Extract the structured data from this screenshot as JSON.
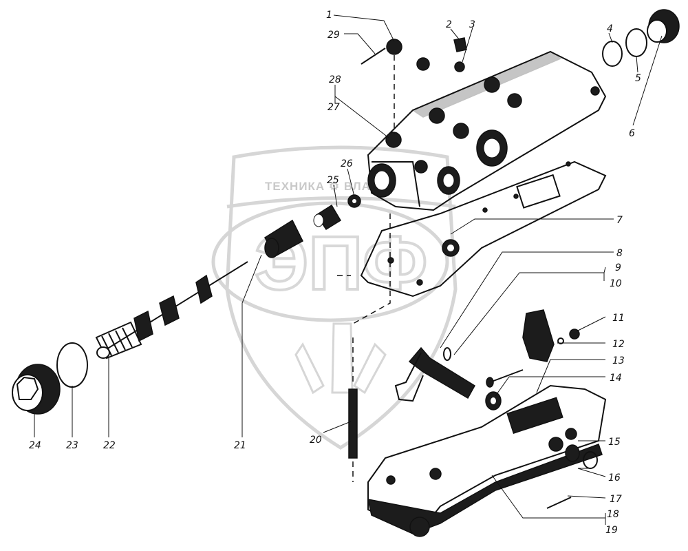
{
  "watermark": {
    "text": "ТЕХНИКА ⚙ ВЛАСТИ",
    "logo": "ЭПФ"
  },
  "callouts": [
    {
      "id": "c1",
      "label": "1"
    },
    {
      "id": "c2",
      "label": "2"
    },
    {
      "id": "c3",
      "label": "3"
    },
    {
      "id": "c4",
      "label": "4"
    },
    {
      "id": "c5",
      "label": "5"
    },
    {
      "id": "c6",
      "label": "6"
    },
    {
      "id": "c7",
      "label": "7"
    },
    {
      "id": "c8",
      "label": "8"
    },
    {
      "id": "c9",
      "label": "9"
    },
    {
      "id": "c10",
      "label": "10"
    },
    {
      "id": "c11",
      "label": "11"
    },
    {
      "id": "c12",
      "label": "12"
    },
    {
      "id": "c13",
      "label": "13"
    },
    {
      "id": "c14",
      "label": "14"
    },
    {
      "id": "c15",
      "label": "15"
    },
    {
      "id": "c16",
      "label": "16"
    },
    {
      "id": "c17",
      "label": "17"
    },
    {
      "id": "c18",
      "label": "18"
    },
    {
      "id": "c19",
      "label": "19"
    },
    {
      "id": "c20",
      "label": "20"
    },
    {
      "id": "c21",
      "label": "21"
    },
    {
      "id": "c22",
      "label": "22"
    },
    {
      "id": "c23",
      "label": "23"
    },
    {
      "id": "c24",
      "label": "24"
    },
    {
      "id": "c25",
      "label": "25"
    },
    {
      "id": "c26",
      "label": "26"
    },
    {
      "id": "c27",
      "label": "27"
    },
    {
      "id": "c28",
      "label": "28"
    },
    {
      "id": "c29",
      "label": "29"
    }
  ]
}
